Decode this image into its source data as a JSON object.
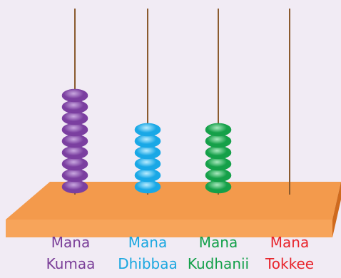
{
  "columns": [
    {
      "id": "thousands",
      "label_line1": "Mana",
      "label_line2": "Kumaa",
      "label_color": "#7a3e98",
      "bead_color": "#7b3fa0",
      "bead_highlight": "#c9a8e0",
      "bead_count": 9
    },
    {
      "id": "hundreds",
      "label_line1": "Mana",
      "label_line2": "Dhibbaa",
      "label_color": "#1aa7e0",
      "bead_color": "#19a8e6",
      "bead_highlight": "#b9ecff",
      "bead_count": 6
    },
    {
      "id": "tens",
      "label_line1": "Mana",
      "label_line2": "Kudhanii",
      "label_color": "#13a04a",
      "bead_color": "#15a049",
      "bead_highlight": "#a8e8bd",
      "bead_count": 6
    },
    {
      "id": "ones",
      "label_line1": "Mana",
      "label_line2": "Tokkee",
      "label_color": "#e8242b",
      "bead_color": "#e8242b",
      "bead_highlight": "#ffb3b3",
      "bead_count": 0
    }
  ],
  "colors": {
    "background": "#f1ebf4",
    "base_top": "#f39a4c",
    "base_front": "#f7a45a",
    "base_side": "#cf6a1e",
    "rod": "#8a5a2e"
  }
}
